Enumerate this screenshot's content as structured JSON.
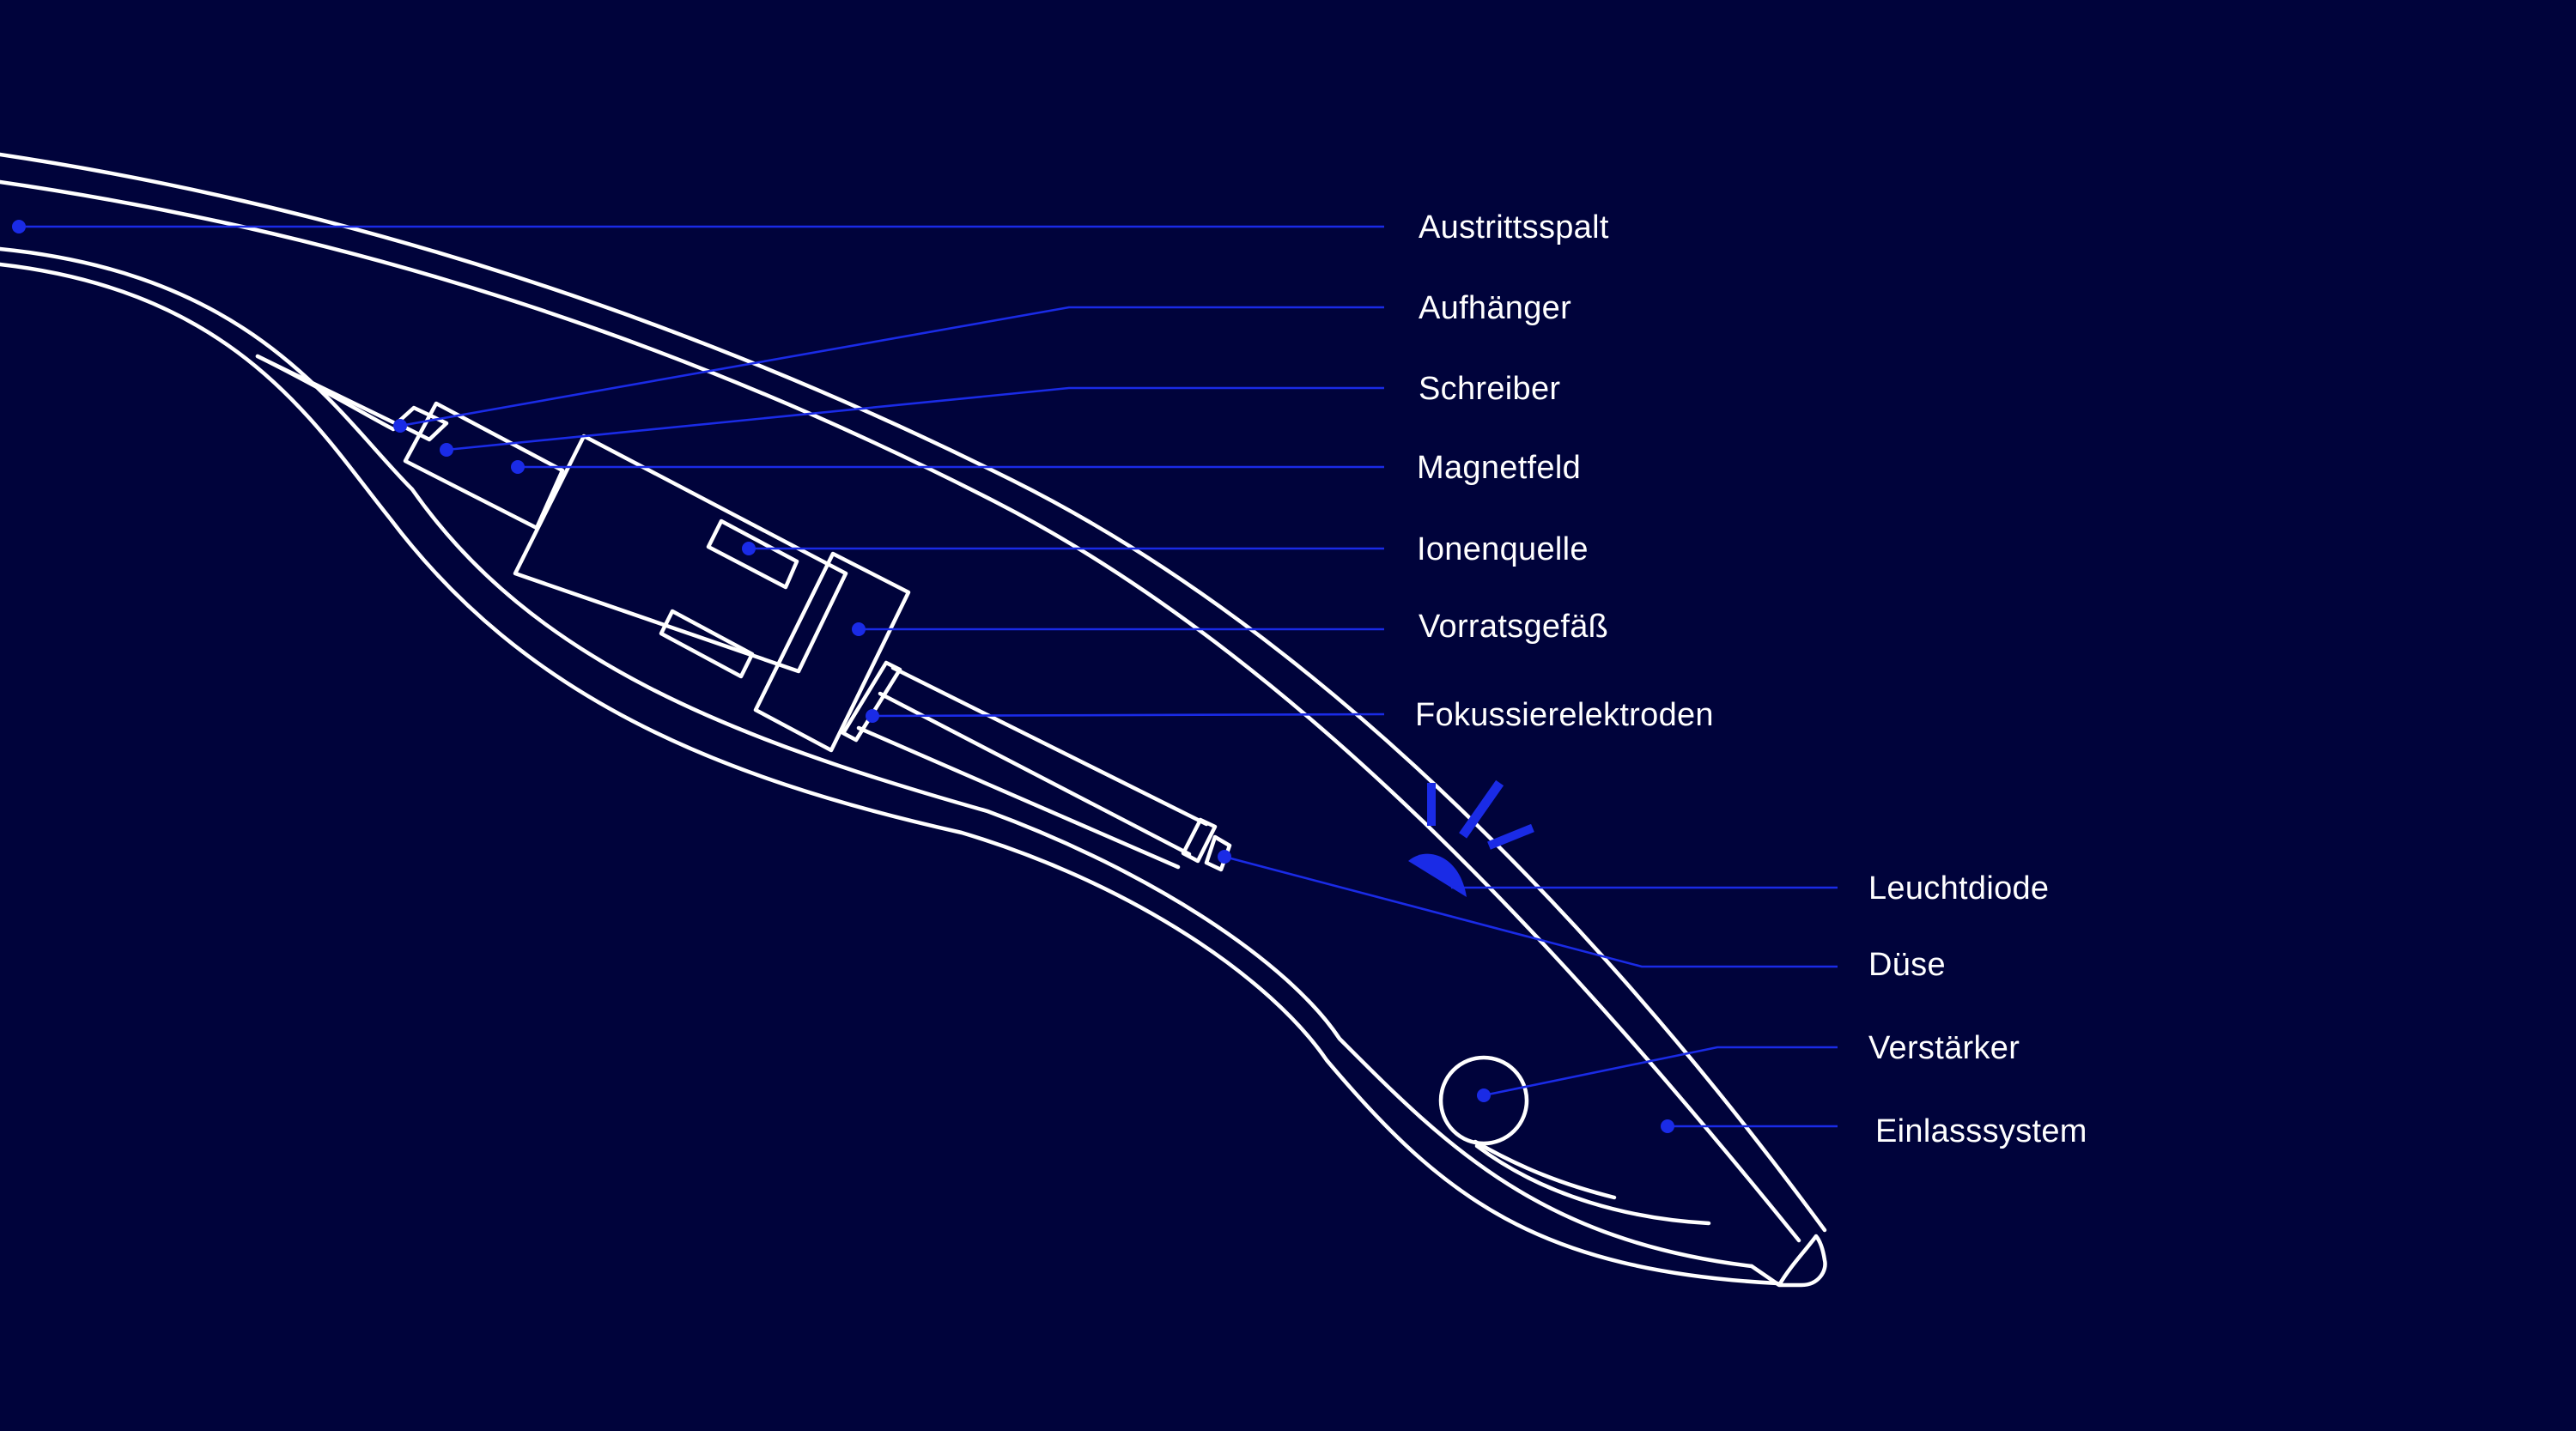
{
  "colors": {
    "background": "#00033b",
    "outline": "#ffffff",
    "accent": "#1a2be6",
    "label_text": "#ffffff"
  },
  "labels": {
    "austrittsspalt": "Austrittsspalt",
    "aufhaenger": "Aufhänger",
    "schreiber": "Schreiber",
    "magnetfeld": "Magnetfeld",
    "ionenquelle": "Ionenquelle",
    "vorratsgefaess": "Vorratsgefäß",
    "fokussierelektroden": "Fokussierelektroden",
    "leuchtdiode": "Leuchtdiode",
    "duese": "Düse",
    "verstaerker": "Verstärker",
    "einlasssystem": "Einlasssystem"
  },
  "icons": {
    "led": "led-light-icon"
  }
}
